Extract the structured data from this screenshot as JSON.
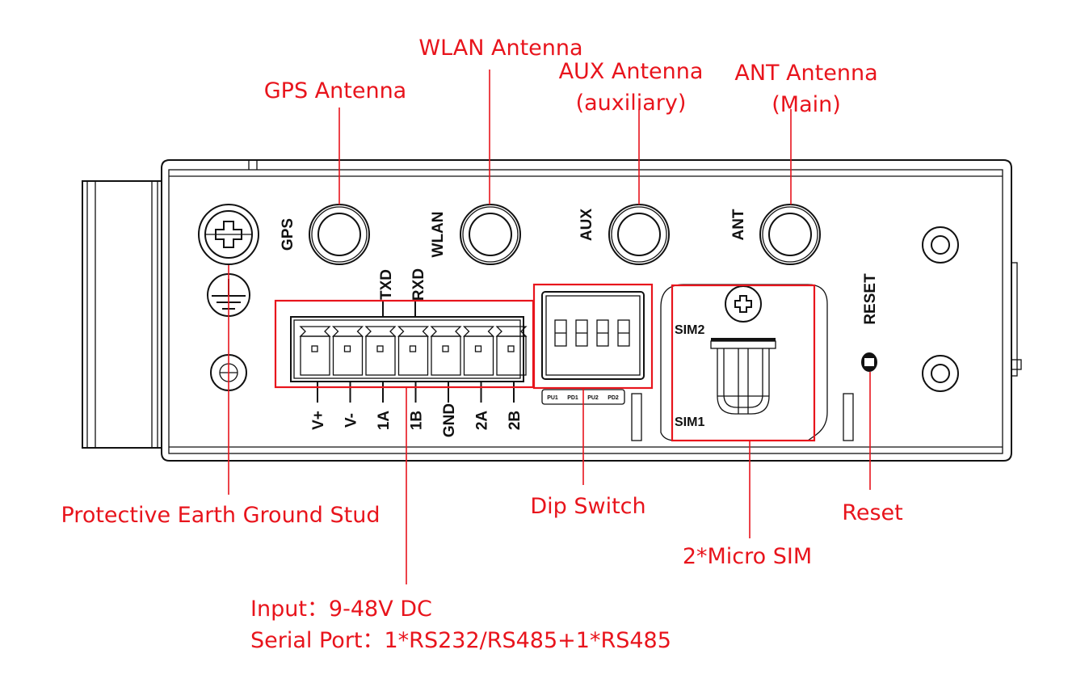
{
  "figure": {
    "type": "device front panel diagram",
    "highlight_color": "#e8141c",
    "line_color": "#111111"
  },
  "callouts": {
    "gps_antenna": "GPS Antenna",
    "wlan_antenna": "WLAN Antenna",
    "aux_antenna_line1": "AUX Antenna",
    "aux_antenna_line2": "(auxiliary)",
    "ant_antenna_line1": "ANT Antenna",
    "ant_antenna_line2": "(Main)",
    "ground_stud": "Protective Earth Ground Stud",
    "dip_switch": "Dip Switch",
    "reset": "Reset",
    "micro_sim": "2*Micro SIM",
    "input_line": "Input：9-48V DC",
    "serial_line": "Serial Port：1*RS232/RS485+1*RS485"
  },
  "panel_labels": {
    "gps": "GPS",
    "wlan": "WLAN",
    "aux": "AUX",
    "ant": "ANT",
    "reset": "RESET",
    "sim2": "SIM2",
    "sim1": "SIM1",
    "txd": "TXD",
    "rxd": "RXD",
    "terminal_pins": [
      "V+",
      "V-",
      "1A",
      "1B",
      "GND",
      "2A",
      "2B"
    ],
    "dip_positions": [
      "PU1",
      "PD1",
      "PU2",
      "PD2"
    ]
  }
}
